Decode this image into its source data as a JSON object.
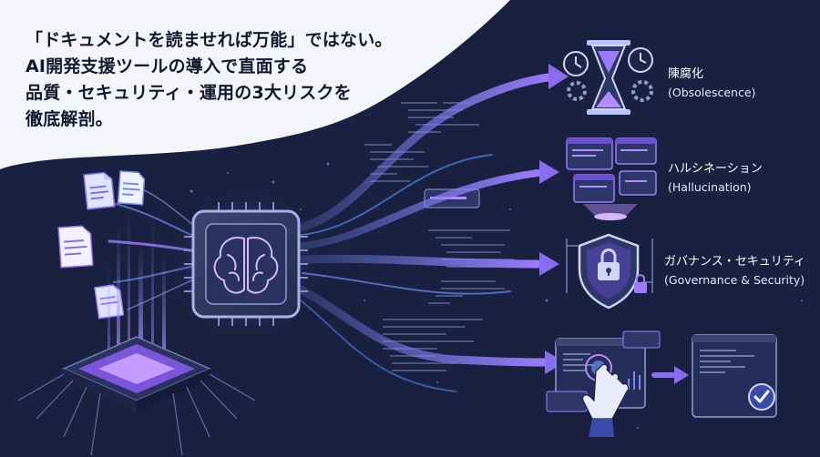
{
  "headline": {
    "line1": "「ドキュメントを読ませれば万能」ではない。",
    "line2": "AI開発支援ツールの導入で直面する",
    "line3": "品質・セキュリティ・運用の3大リスクを",
    "line4": "徹底解剖。"
  },
  "risks": [
    {
      "title": "陳腐化",
      "subtitle": "(Obsolescence)",
      "icon": "hourglass-clock-icon"
    },
    {
      "title": "ハルシネーション",
      "subtitle": "(Hallucination)",
      "icon": "hologram-windows-icon"
    },
    {
      "title": "ガバナンス・セキュリティ",
      "subtitle": "(Governance & Security)",
      "icon": "shield-lock-icon"
    },
    {
      "title": "",
      "subtitle": "",
      "icon": "hand-tap-check-icon"
    }
  ],
  "colors": {
    "background": "#1a2140",
    "panel_light": "#f4f5fa",
    "accent_purple": "#8a6cf0",
    "accent_violet": "#b58cff",
    "accent_blue": "#4a86e8",
    "text_dark": "#14182e"
  }
}
